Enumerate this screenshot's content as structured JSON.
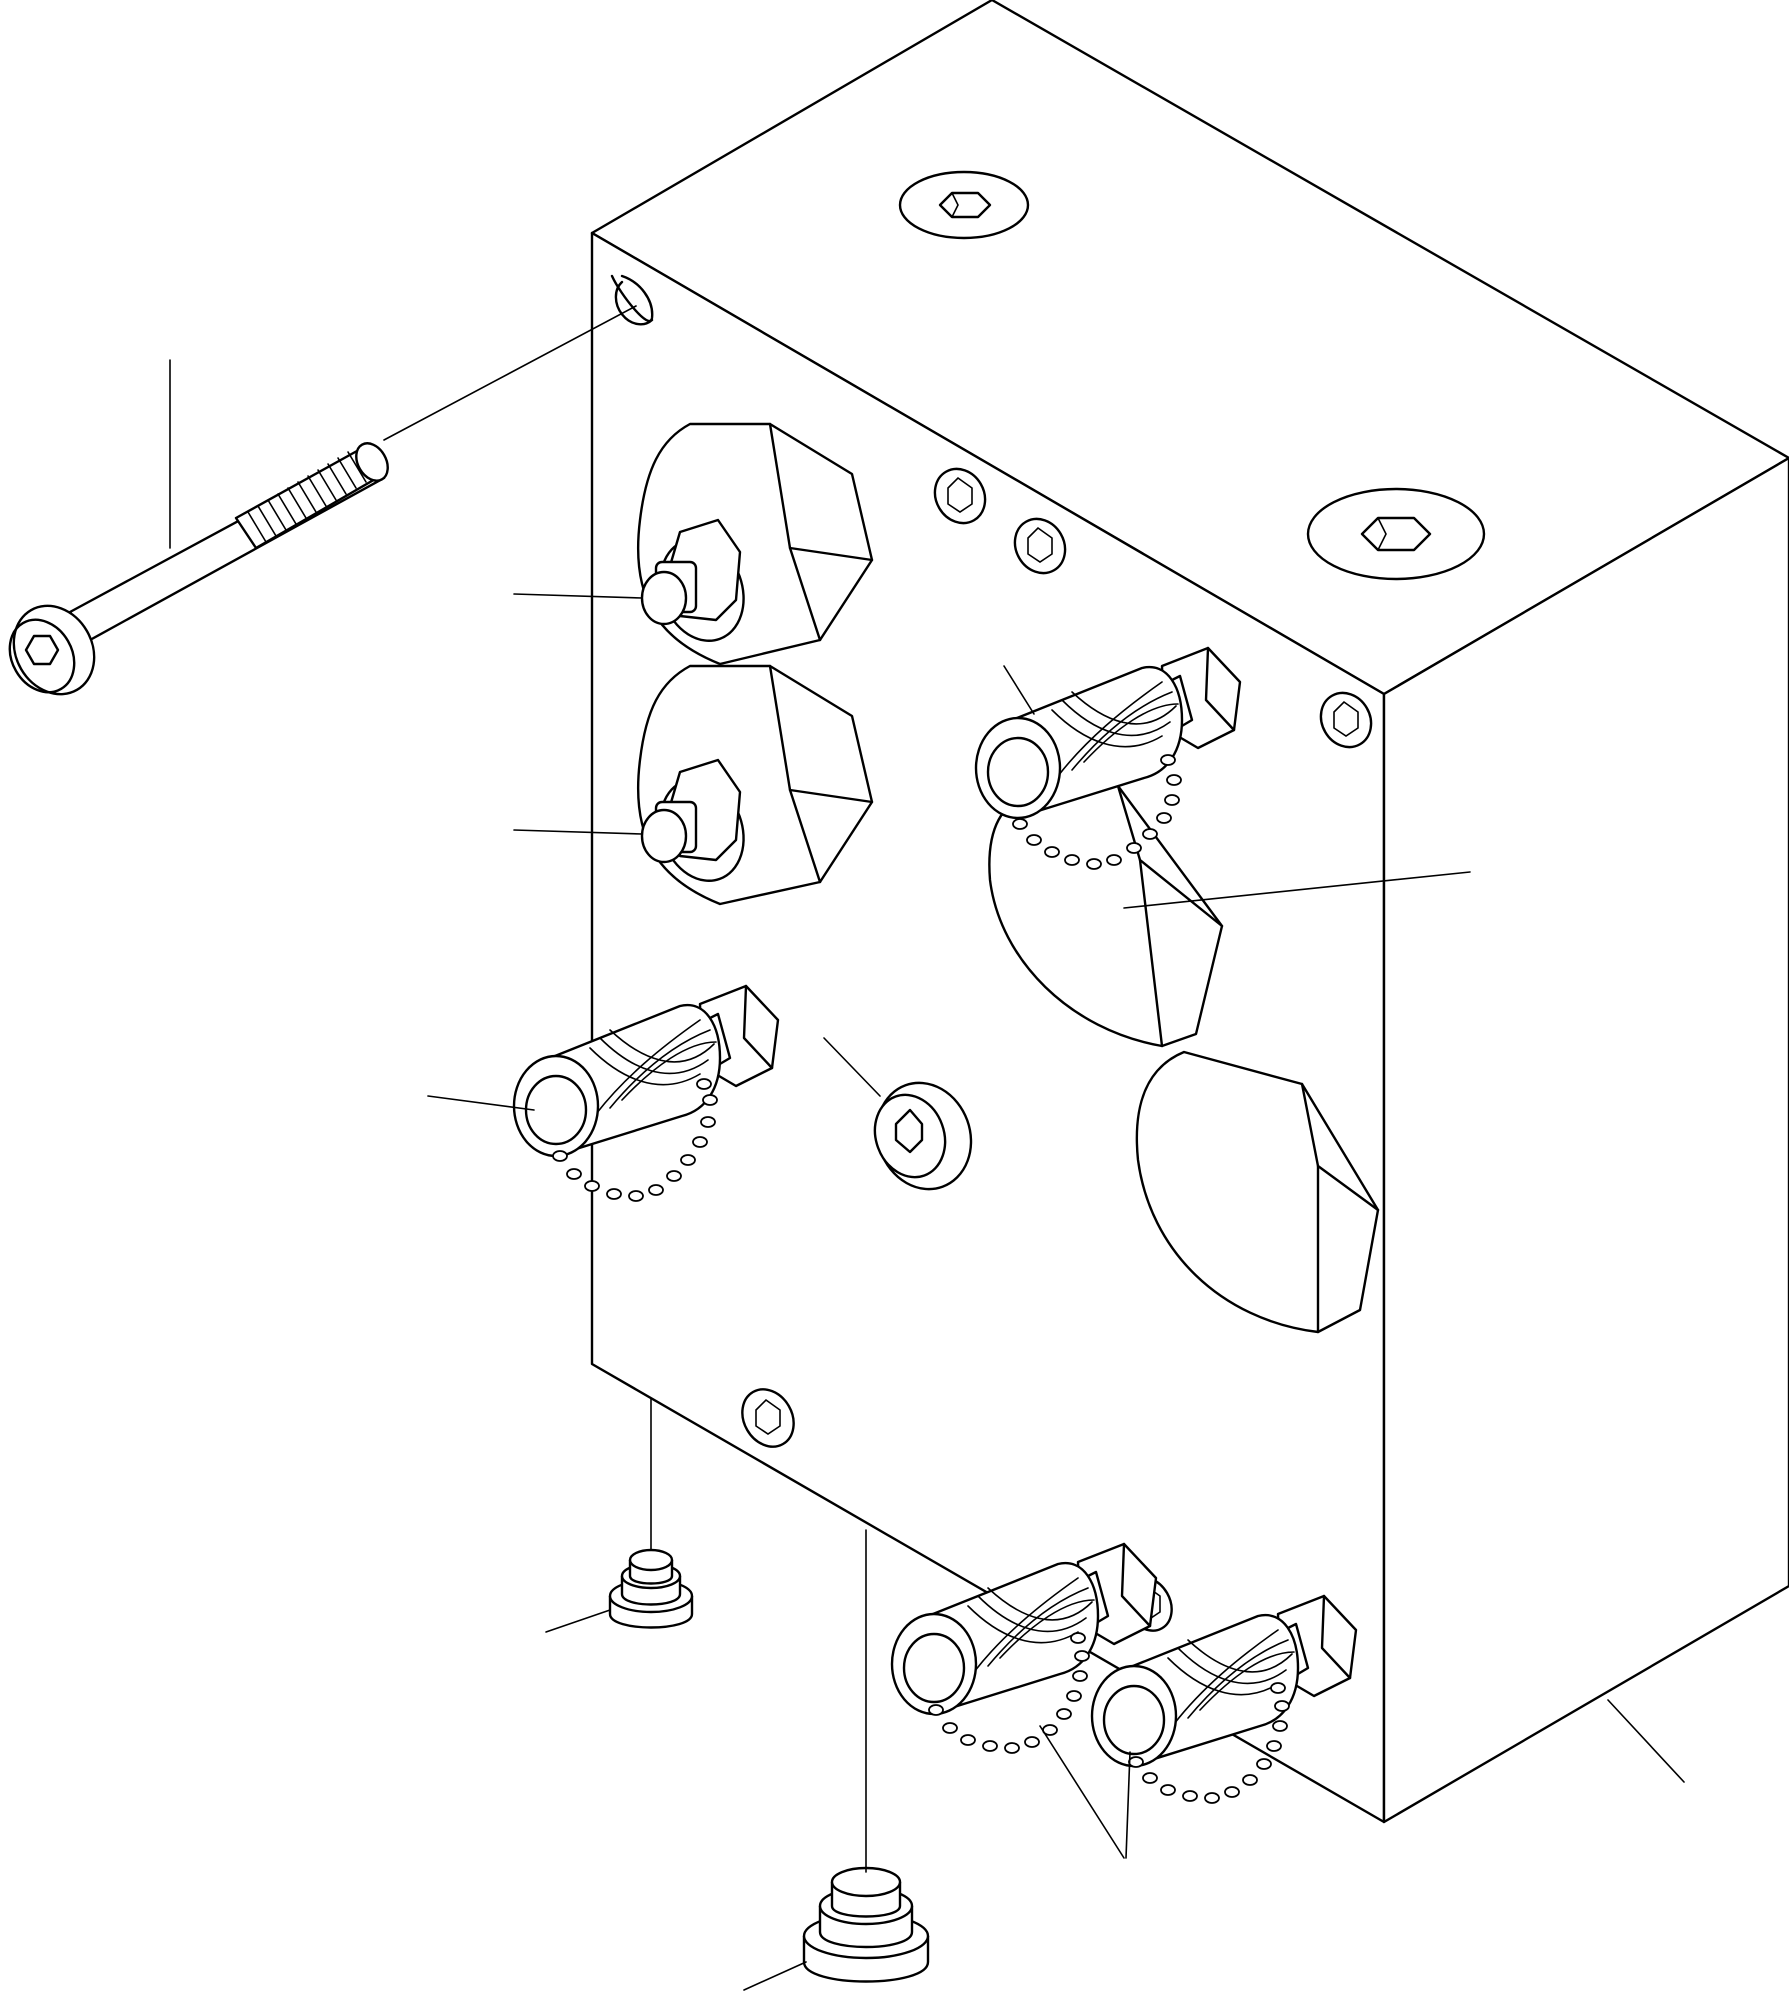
{
  "diagram": {
    "colors": {
      "background": "#ffffff",
      "ink": "#000000"
    },
    "parts": [
      {
        "id": "valve-block"
      },
      {
        "id": "mounting-bolt"
      },
      {
        "id": "upper-fitting"
      },
      {
        "id": "lower-fitting"
      },
      {
        "id": "test-coupler-upper"
      },
      {
        "id": "test-coupler-middle"
      },
      {
        "id": "test-coupler-bottom-left"
      },
      {
        "id": "test-coupler-bottom-right"
      },
      {
        "id": "center-plug"
      },
      {
        "id": "hex-plug-upper"
      },
      {
        "id": "hex-plug-lower"
      },
      {
        "id": "o-ring-plug-small"
      },
      {
        "id": "o-ring-plug-large"
      }
    ]
  }
}
